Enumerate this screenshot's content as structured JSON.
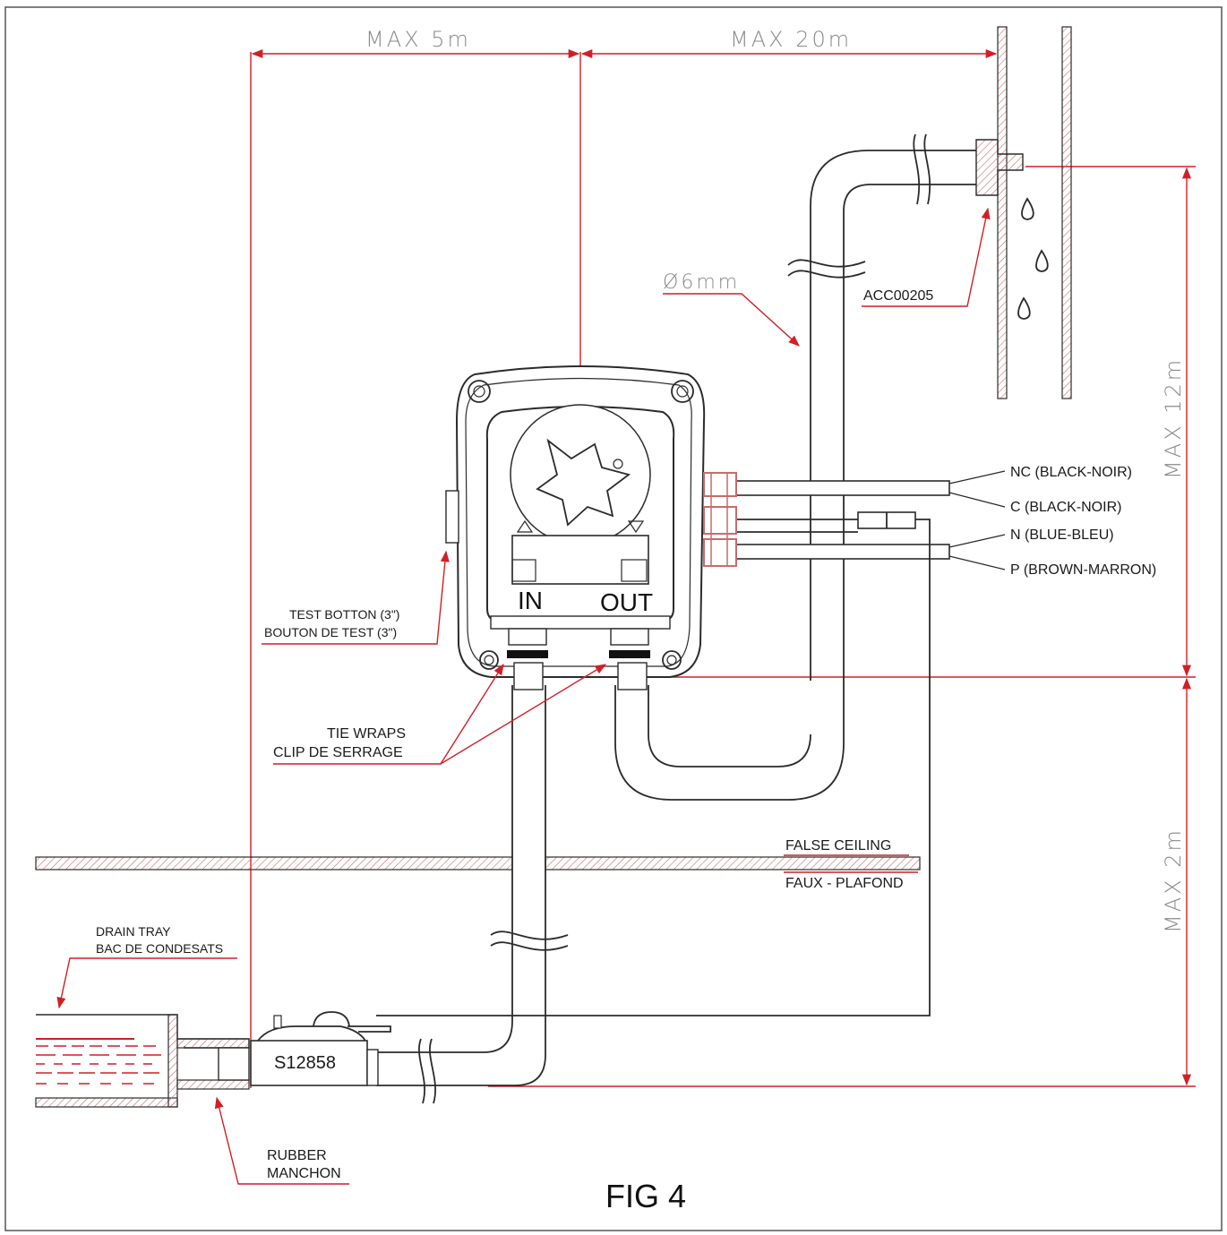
{
  "figure": {
    "caption": "FIG 4"
  },
  "dimensions": {
    "horizontal_left": "MAX  5m",
    "horizontal_right": "MAX  20m",
    "vertical_upper": "MAX  12m",
    "vertical_lower": "MAX  2m",
    "tube_diameter": "Ø6mm"
  },
  "labels": {
    "accessory": "ACC00205",
    "pump_in": "IN",
    "pump_out": "OUT",
    "test_button_en": "TEST BOTTON (3\")",
    "test_button_fr": "BOUTON DE TEST (3\")",
    "tie_wraps_en": "TIE WRAPS",
    "tie_wraps_fr": "CLIP DE SERRAGE",
    "false_ceiling_en": "FALSE CEILING",
    "false_ceiling_fr": "FAUX - PLAFOND",
    "drain_tray_en": "DRAIN TRAY",
    "drain_tray_fr": "BAC DE CONDESATS",
    "rubber_en": "RUBBER",
    "rubber_fr": "MANCHON",
    "sensor_part": "S12858"
  },
  "wiring": [
    {
      "label": "NC (BLACK-NOIR)"
    },
    {
      "label": "C (BLACK-NOIR)"
    },
    {
      "label": "N (BLUE-BLEU)"
    },
    {
      "label": "P (BROWN-MARRON)"
    }
  ],
  "colors": {
    "dimension_lines": "#d21f26",
    "drawing_lines": "#2b2b2b",
    "hatch": "#c96b6b"
  }
}
